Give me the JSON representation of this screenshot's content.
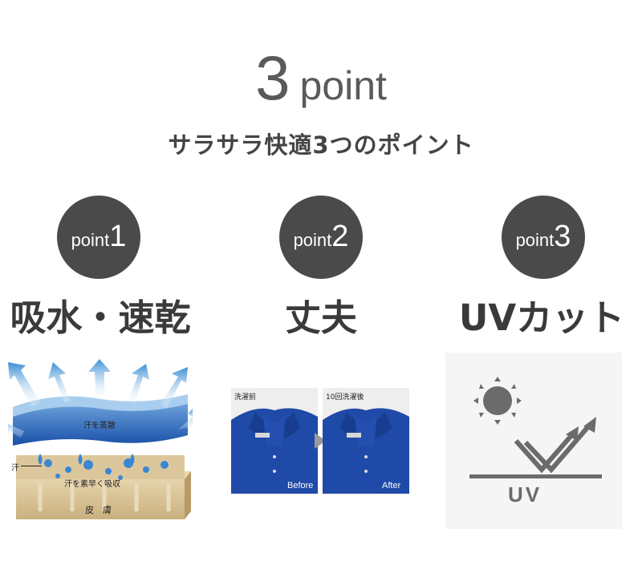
{
  "header": {
    "number": "3",
    "word": "point",
    "subtitle": "サラサラ快適3つのポイント"
  },
  "points": [
    {
      "label": "point",
      "number": "1",
      "title": "吸水・速乾"
    },
    {
      "label": "point",
      "number": "2",
      "title": "丈夫"
    },
    {
      "label": "point",
      "number": "3",
      "title": "UVカット"
    }
  ],
  "panel1": {
    "evaporate": "汗を蒸散",
    "sweat": "汗",
    "absorb": "汗を素早く吸収",
    "skin": "皮　膚"
  },
  "panel2": {
    "before_title": "洗濯前",
    "after_title": "10回洗濯後",
    "before_tag": "Before",
    "after_tag": "After"
  },
  "panel3": {
    "uv_label": "UV"
  },
  "colors": {
    "badge": "#4a4a4a",
    "fabric_blue": "#1a4fa8",
    "cloth_blue": "#1f4aa8",
    "skin_tan": "#d9c49a",
    "uv_gray": "#6b6b6b"
  }
}
